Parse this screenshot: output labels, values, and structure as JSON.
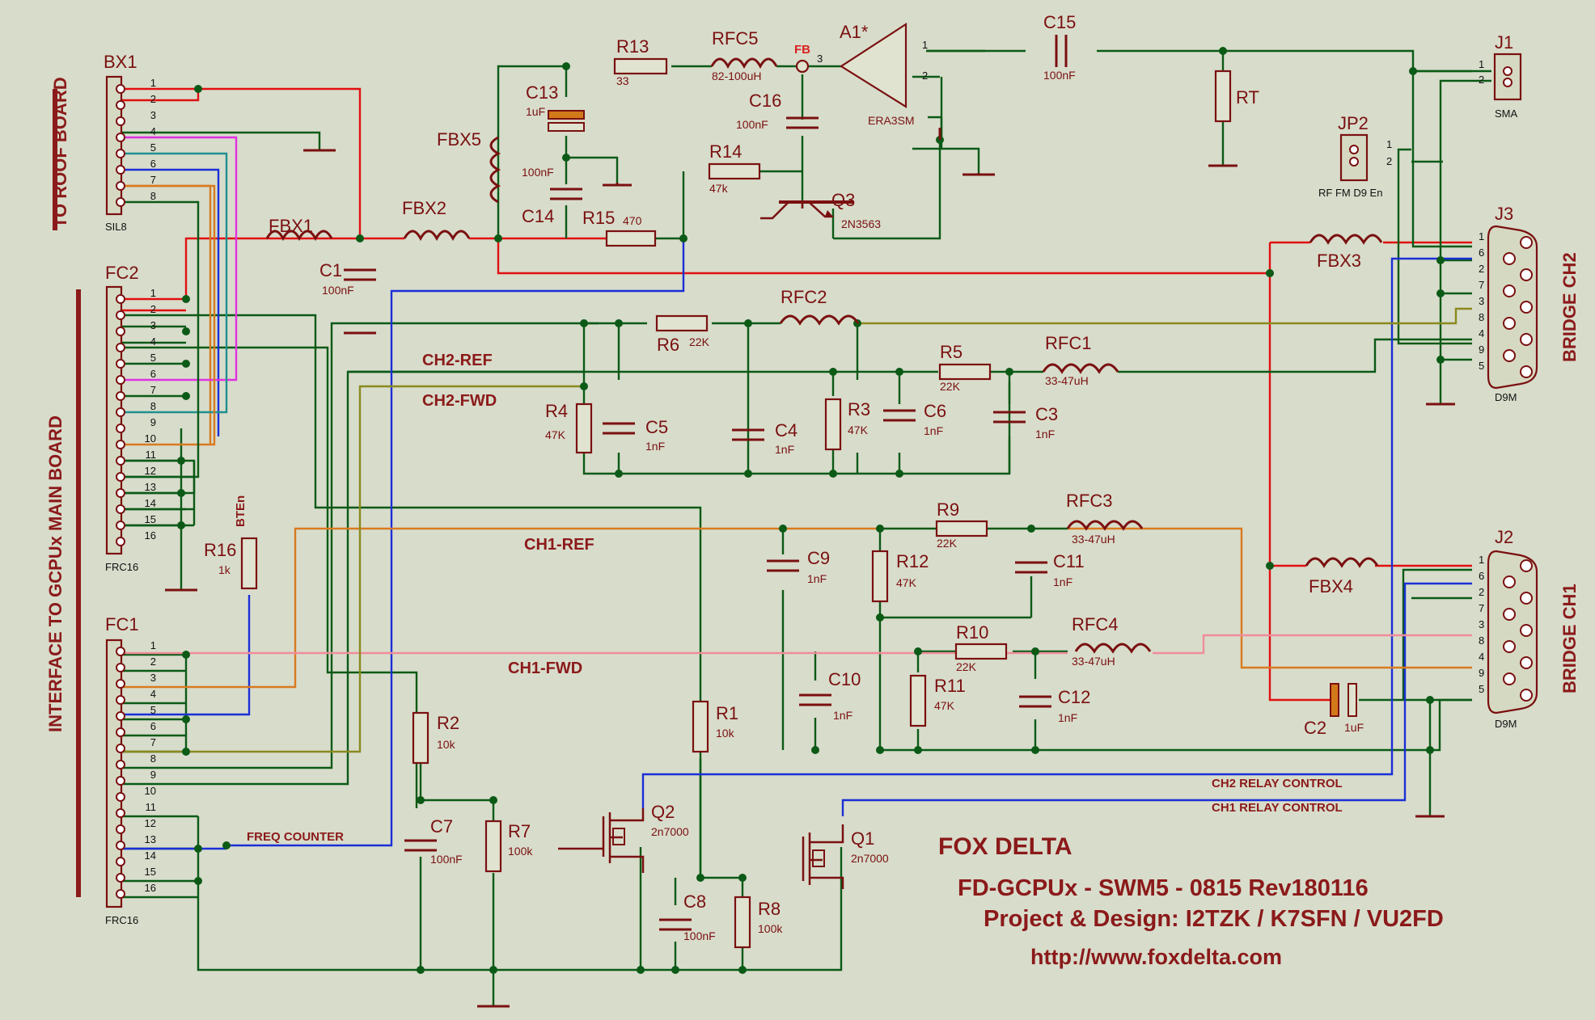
{
  "board": {
    "to_roof": "TO ROOF BOARD",
    "interface": "INTERFACE TO GCPUx MAIN BOARD",
    "bridge_ch2": "BRIDGE CH2",
    "bridge_ch1": "BRIDGE CH1"
  },
  "nets": {
    "ch2_ref": "CH2-REF",
    "ch2_fwd": "CH2-FWD",
    "ch1_ref": "CH1-REF",
    "ch1_fwd": "CH1-FWD",
    "freq_counter": "FREQ COUNTER",
    "ch2_relay": "CH2 RELAY CONTROL",
    "ch1_relay": "CH1 RELAY CONTROL",
    "fb": "FB",
    "bten": "BTEn"
  },
  "connectors": {
    "bx1": {
      "name": "BX1",
      "type": "SIL8",
      "pins": [
        "1",
        "2",
        "3",
        "4",
        "5",
        "6",
        "7",
        "8"
      ]
    },
    "fc2": {
      "name": "FC2",
      "type": "FRC16",
      "pins": [
        "1",
        "2",
        "3",
        "4",
        "5",
        "6",
        "7",
        "8",
        "9",
        "10",
        "11",
        "12",
        "13",
        "14",
        "15",
        "16"
      ]
    },
    "fc1": {
      "name": "FC1",
      "type": "FRC16",
      "pins": [
        "1",
        "2",
        "3",
        "4",
        "5",
        "6",
        "7",
        "8",
        "9",
        "10",
        "11",
        "12",
        "13",
        "14",
        "15",
        "16"
      ]
    },
    "j1": {
      "name": "J1",
      "type": "SMA",
      "pins": [
        "1",
        "2"
      ]
    },
    "jp2": {
      "name": "JP2",
      "type": "RF FM D9 En",
      "pins": [
        "1",
        "2"
      ]
    },
    "j3": {
      "name": "J3",
      "type": "D9M",
      "pins": [
        "1",
        "6",
        "2",
        "7",
        "3",
        "8",
        "4",
        "9",
        "5"
      ]
    },
    "j2": {
      "name": "J2",
      "type": "D9M",
      "pins": [
        "1",
        "6",
        "2",
        "7",
        "3",
        "8",
        "4",
        "9",
        "5"
      ]
    }
  },
  "components": {
    "r13": {
      "name": "R13",
      "value": "33"
    },
    "rfc5": {
      "name": "RFC5",
      "value": "82-100uH"
    },
    "a1": {
      "name": "A1*",
      "value": "ERA3SM",
      "p1": "1",
      "p2": "2",
      "p3": "3"
    },
    "c15": {
      "name": "C15",
      "value": "100nF"
    },
    "rt": {
      "name": "RT"
    },
    "c13": {
      "name": "C13",
      "value": "1uF"
    },
    "c16": {
      "name": "C16",
      "value": "100nF"
    },
    "fbx5": {
      "name": "FBX5"
    },
    "c14": {
      "name": "C14",
      "value": "100nF"
    },
    "r14": {
      "name": "R14",
      "value": "47k"
    },
    "r15": {
      "name": "R15",
      "value": "470"
    },
    "q3": {
      "name": "Q3",
      "value": "2N3563"
    },
    "fbx1": {
      "name": "FBX1"
    },
    "fbx2": {
      "name": "FBX2"
    },
    "c1": {
      "name": "C1",
      "value": "100nF"
    },
    "fbx3": {
      "name": "FBX3"
    },
    "fbx4": {
      "name": "FBX4"
    },
    "r6": {
      "name": "R6",
      "value": "22K"
    },
    "rfc2": {
      "name": "RFC2"
    },
    "r5": {
      "name": "R5",
      "value": "22K"
    },
    "rfc1": {
      "name": "RFC1",
      "value": "33-47uH"
    },
    "r4": {
      "name": "R4",
      "value": "47K"
    },
    "c5": {
      "name": "C5",
      "value": "1nF"
    },
    "c4": {
      "name": "C4",
      "value": "1nF"
    },
    "r3": {
      "name": "R3",
      "value": "47K"
    },
    "c6": {
      "name": "C6",
      "value": "1nF"
    },
    "c3": {
      "name": "C3",
      "value": "1nF"
    },
    "r9": {
      "name": "R9",
      "value": "22K"
    },
    "rfc3": {
      "name": "RFC3",
      "value": "33-47uH"
    },
    "c9": {
      "name": "C9",
      "value": "1nF"
    },
    "r12": {
      "name": "R12",
      "value": "47K"
    },
    "c11": {
      "name": "C11",
      "value": "1nF"
    },
    "r10": {
      "name": "R10",
      "value": "22K"
    },
    "rfc4": {
      "name": "RFC4",
      "value": "33-47uH"
    },
    "c10": {
      "name": "C10",
      "value": "1nF"
    },
    "r11": {
      "name": "R11",
      "value": "47K"
    },
    "c12": {
      "name": "C12",
      "value": "1nF"
    },
    "r16": {
      "name": "R16",
      "value": "1k"
    },
    "r2": {
      "name": "R2",
      "value": "10k"
    },
    "c7": {
      "name": "C7",
      "value": "100nF"
    },
    "r7": {
      "name": "R7",
      "value": "100k"
    },
    "q2": {
      "name": "Q2",
      "value": "2n7000"
    },
    "r1": {
      "name": "R1",
      "value": "10k"
    },
    "q1": {
      "name": "Q1",
      "value": "2n7000"
    },
    "c8": {
      "name": "C8",
      "value": "100nF"
    },
    "r8": {
      "name": "R8",
      "value": "100k"
    },
    "c2": {
      "name": "C2",
      "value": "1uF"
    }
  },
  "title_block": {
    "company": "FOX DELTA",
    "title": "FD-GCPUx - SWM5 - 0815 Rev180116",
    "design": "Project & Design: I2TZK / K7SFN / VU2FD",
    "url": "http://www.foxdelta.com"
  },
  "colors": {
    "wire": "#0b5a16",
    "power": "#e01010",
    "blue": "#1a2fd6",
    "orange": "#d97a20",
    "pink": "#f08c9a",
    "olive": "#8a8a1e",
    "magenta": "#e030e0",
    "teal": "#1f8f8f",
    "component": "#7a1010"
  }
}
